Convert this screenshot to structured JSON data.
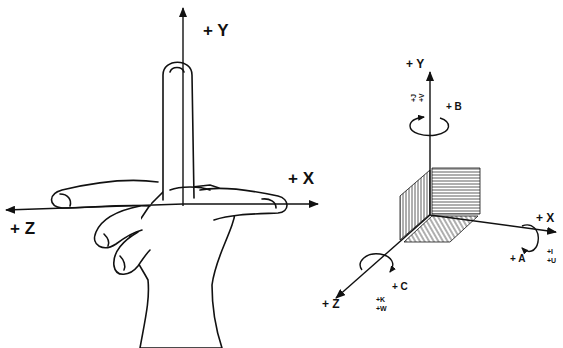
{
  "diagram": {
    "labels": [
      "+ Y",
      "+ X",
      "+ Z",
      "+ Y",
      "+J",
      "+V",
      "+ B",
      "+ X",
      "+ A",
      "+I",
      "+U",
      "+ Z",
      "+ C",
      "+K",
      "+W"
    ]
  }
}
